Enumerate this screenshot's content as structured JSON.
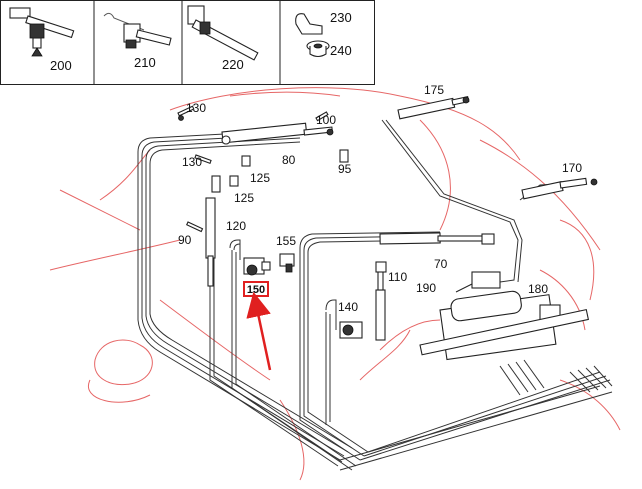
{
  "colors": {
    "vehicle_outline": "#d33333",
    "highlight": "#e02020",
    "lines": "#222222"
  },
  "legend": [
    {
      "number": "200",
      "icon": "cable-tie-clip-icon"
    },
    {
      "number": "210",
      "icon": "cable-holder-icon"
    },
    {
      "number": "220",
      "icon": "cable-strap-icon"
    },
    {
      "number": "230",
      "icon": "retainer-clip-icon"
    },
    {
      "number": "240",
      "icon": "grommet-icon"
    }
  ],
  "callouts": {
    "c175": "175",
    "c100": "100",
    "c130a": "130",
    "c130b": "130",
    "c80": "80",
    "c125a": "125",
    "c125b": "125",
    "c95": "95",
    "c170": "170",
    "c120": "120",
    "c90": "90",
    "c155": "155",
    "c70": "70",
    "c110": "110",
    "c190": "190",
    "c180": "180",
    "c140": "140"
  },
  "highlighted_part": {
    "number": "150"
  }
}
